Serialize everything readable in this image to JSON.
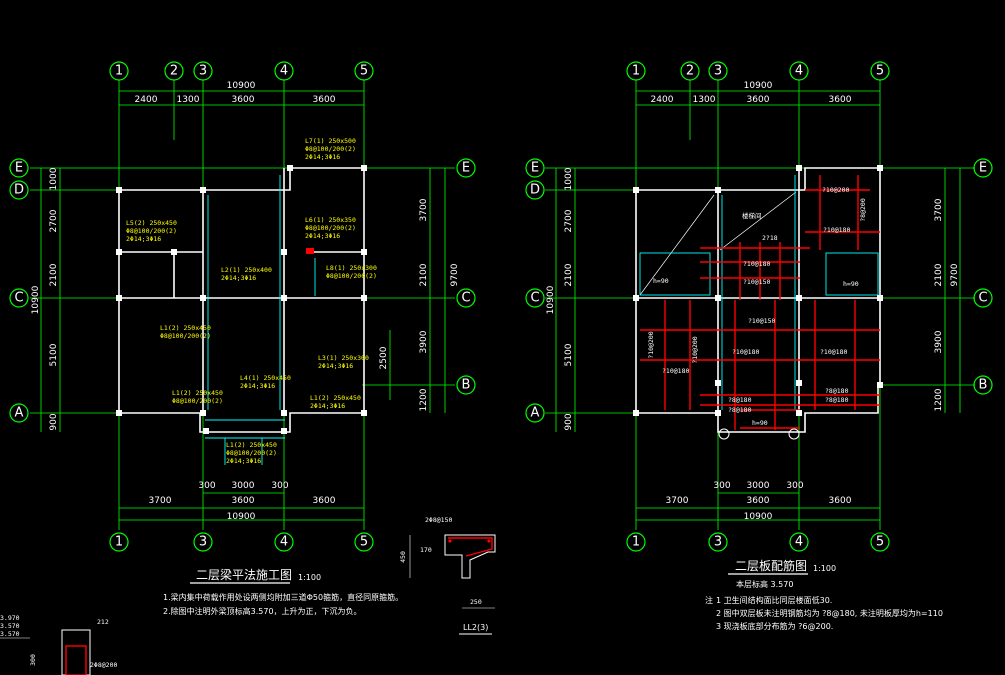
{
  "colors": {
    "background": "#000000",
    "axis_line": "#00ff00",
    "bubble": "#00ff00",
    "wall": "#ffffff",
    "beam": "#00ffff",
    "rebar": "#ff0000",
    "annotation": "#ffff00"
  },
  "left_plan": {
    "title": "二层梁平法施工图",
    "scale": "1:100",
    "notes": [
      "1.梁内集中荷载作用处设两侧均附加三道Φ50箍筋，直径同原箍筋。",
      "2.除图中注明外梁顶标高3.570，上升为正，下沉为负。"
    ],
    "top_axes": [
      "1",
      "2",
      "3",
      "4",
      "5"
    ],
    "bottom_axes": [
      "1",
      "3",
      "4",
      "5"
    ],
    "left_axes": [
      "E",
      "D",
      "C",
      "A"
    ],
    "right_axes": [
      "E",
      "C",
      "B"
    ],
    "top_total": "10900",
    "top_dims": [
      "2400",
      "1300",
      "3600",
      "3600"
    ],
    "bottom_dims_inner": [
      "300",
      "3000",
      "300"
    ],
    "bottom_dims": [
      "3700",
      "3600",
      "3600"
    ],
    "bottom_total": "10900",
    "left_dims": [
      "1000",
      "2700",
      "2100",
      "5100",
      "900"
    ],
    "left_total": "10900",
    "right_dims": [
      "3700",
      "2100",
      "3900",
      "1200"
    ],
    "right_total": "9700",
    "inner_dim": "2500",
    "labels": [
      "L1(2) 250x450",
      "L2(1) 250x400",
      "L3(1) 250x300",
      "L4(1) 250x450",
      "L5(2) 250x450",
      "L6(1) 250x350",
      "L7(1) 250x500",
      "L8(1) 250x300",
      "2Φ14;3Φ16",
      "Φ8@100/200(2)"
    ]
  },
  "right_plan": {
    "title": "二层板配筋图",
    "scale": "1:100",
    "subtitle": "本层标高 3.570",
    "notes_prefix": "注",
    "notes": [
      "1  卫生间结构面比同层楼面低30.",
      "2  图中双层板未注明钢筋均为 ?8@180, 未注明板厚均为h=110",
      "3  现浇板底部分布筋为 ?6@200."
    ],
    "top_axes": [
      "1",
      "2",
      "3",
      "4",
      "5"
    ],
    "bottom_axes": [
      "1",
      "3",
      "4",
      "5"
    ],
    "left_axes": [
      "E",
      "D",
      "C",
      "A"
    ],
    "right_axes": [
      "E",
      "C",
      "B"
    ],
    "top_total": "10900",
    "top_dims": [
      "2400",
      "1300",
      "3600",
      "3600"
    ],
    "bottom_dims_inner": [
      "300",
      "3000",
      "300"
    ],
    "bottom_dims": [
      "3700",
      "3600",
      "3600"
    ],
    "bottom_total": "10900",
    "left_dims": [
      "1000",
      "2700",
      "2100",
      "5100",
      "900"
    ],
    "left_total": "10900",
    "right_dims": [
      "3700",
      "2100",
      "3900",
      "1200"
    ],
    "right_total": "9700",
    "slab_labels": [
      "h=90",
      "h=90",
      "h=90",
      "楼梯间"
    ],
    "rebar_labels": [
      "?10@200",
      "?10@180",
      "?10@180",
      "?8@180",
      "?8@180",
      "?10@150",
      "?10@150",
      "?10@180",
      "?10@180",
      "?10@200",
      "?10@200",
      "?8@180",
      "?8@180",
      "?8@200",
      "?10@180",
      "2?18"
    ]
  },
  "section_detail": {
    "top_label": "2Φ8@150",
    "left_label": "450",
    "mid_label": "170",
    "bottom_dim": "250",
    "name": "LL2(3)"
  },
  "corner_detail": {
    "elev1": "3.970",
    "elev2": "3.570",
    "elev3": "3.570",
    "dim_top": "212",
    "dim_side": "300",
    "rebar": "2Φ8@200"
  }
}
